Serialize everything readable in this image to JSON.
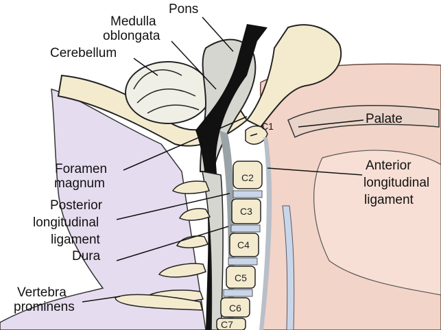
{
  "labels": {
    "pons": "Pons",
    "medulla_1": "Medulla",
    "medulla_2": "oblongata",
    "cerebellum": "Cerebellum",
    "palate": "Palate",
    "c1": "C1",
    "foramen_1": "Foramen",
    "foramen_2": "magnum",
    "anterior_1": "Anterior",
    "anterior_2": "longitudinal",
    "anterior_3": "ligament",
    "posterior_1": "Posterior",
    "posterior_2": "longitudinal",
    "posterior_3": "ligament",
    "dura": "Dura",
    "vertebra_1": "Vertebra",
    "vertebra_2": "prominens"
  },
  "vertebrae": [
    "C2",
    "C3",
    "C4",
    "C5",
    "C6",
    "C7"
  ],
  "colors": {
    "soft_tissue": "#f3d4c8",
    "lavender": "#e6dcef",
    "bone": "#f4ebcf",
    "cord": "#d6d6d0",
    "csf_black": "#111111",
    "disc_blue": "#c9d6ea"
  }
}
